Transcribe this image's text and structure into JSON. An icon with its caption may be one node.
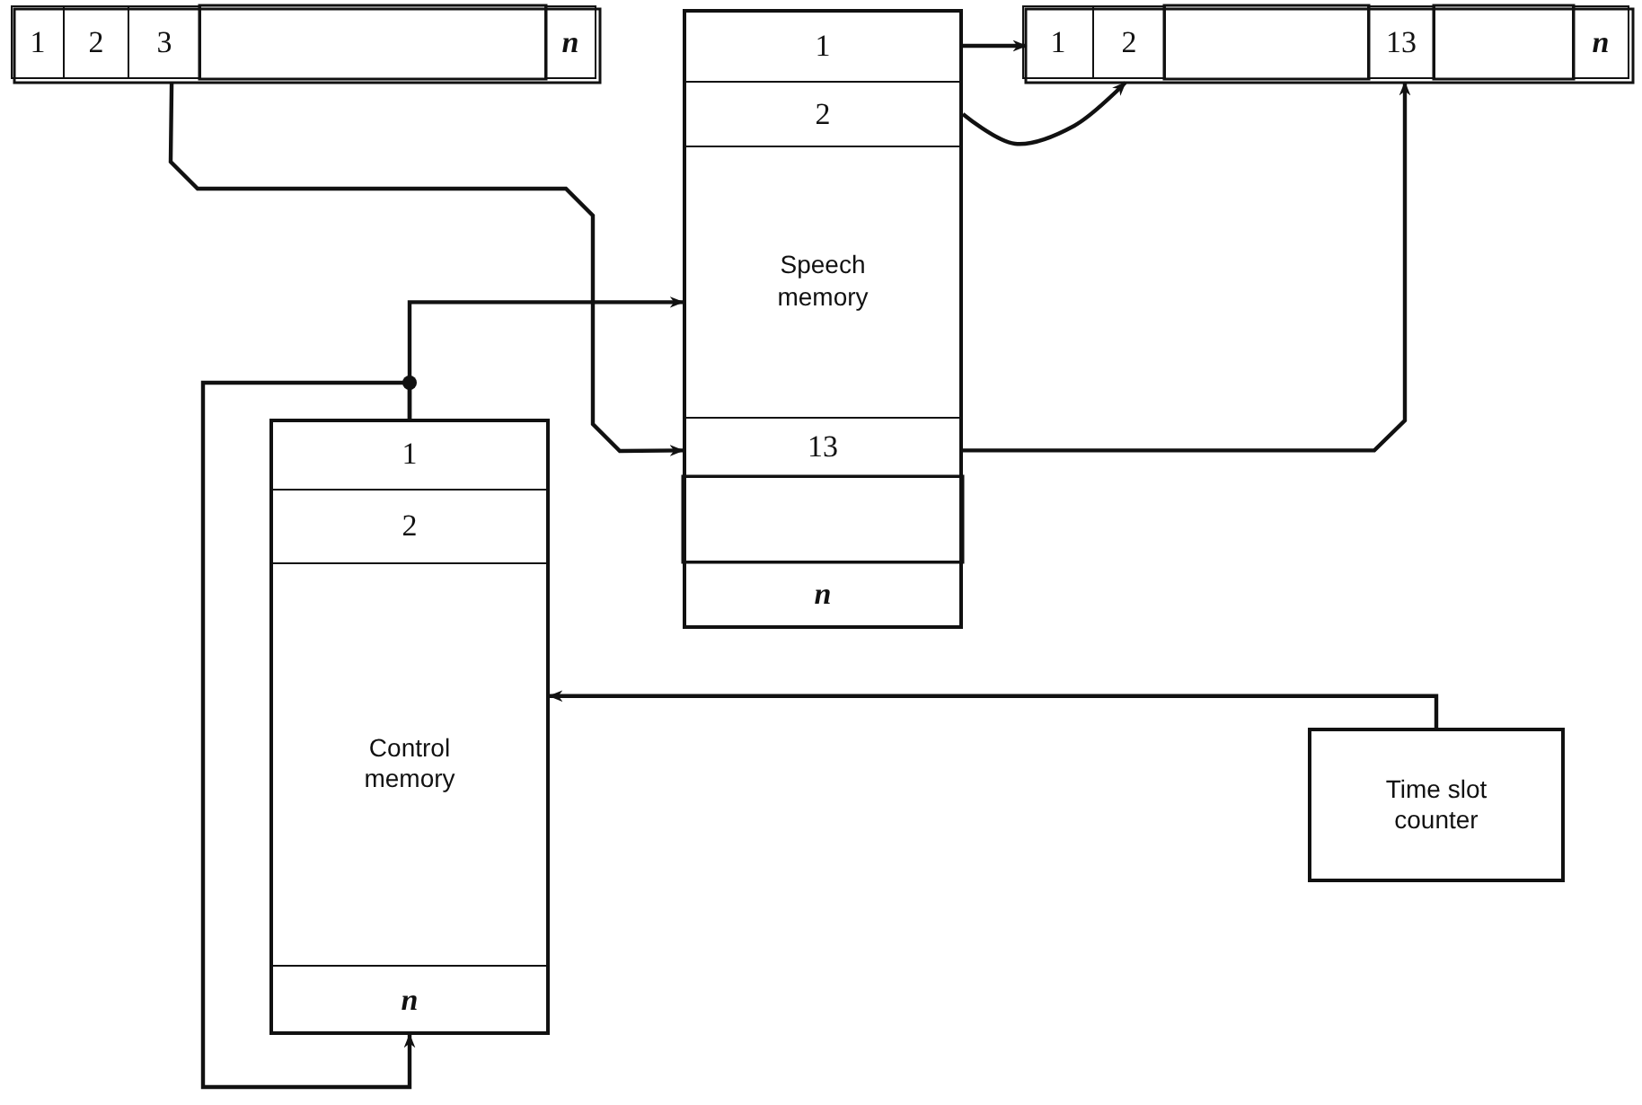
{
  "diagram": {
    "nodes": [
      {
        "text": [],
        "shape": "box"
      },
      {
        "text": [
          "1"
        ],
        "in": 0
      },
      {
        "text": [
          "2"
        ],
        "in": 0
      },
      {
        "text": [
          "3"
        ],
        "in": 0
      },
      {
        "text": [],
        "shape": "box",
        "in": 0
      },
      {
        "text": [
          "n"
        ],
        "in": 0
      },
      {
        "text": [
          "Speech memory"
        ]
      },
      {
        "text": [
          "1"
        ],
        "in": 6
      },
      {
        "text": [
          "2"
        ],
        "in": 6
      },
      {
        "text": [
          "13"
        ],
        "in": 6
      },
      {
        "text": [],
        "shape": "box",
        "in": 6
      },
      {
        "text": [
          "n"
        ],
        "in": 6
      },
      {
        "text": [],
        "shape": "box"
      },
      {
        "text": [
          "1"
        ],
        "in": 12
      },
      {
        "text": [
          "2"
        ],
        "in": 12
      },
      {
        "text": [],
        "shape": "box",
        "in": 12
      },
      {
        "text": [
          "13"
        ],
        "in": 12
      },
      {
        "text": [],
        "shape": "box",
        "in": 12
      },
      {
        "text": [
          "n"
        ],
        "in": 12
      },
      {
        "text": [
          "Control memory"
        ]
      },
      {
        "text": [
          "1"
        ],
        "in": 19
      },
      {
        "text": [
          "2"
        ],
        "in": 19
      },
      {
        "text": [
          "n"
        ],
        "in": 19
      },
      {
        "text": [
          "Time slot counter"
        ]
      }
    ],
    "edges": [
      {
        "from": 3,
        "to": 9,
        "arrow": "to"
      },
      {
        "from": 7,
        "to": 13,
        "arrow": "to"
      },
      {
        "from": 8,
        "to": 14,
        "arrow": "to"
      },
      {
        "from": 9,
        "to": 16,
        "arrow": "to"
      },
      {
        "from": 20,
        "to": 6,
        "arrow": "to"
      },
      {
        "from": 20,
        "to": 22,
        "arrow": "to"
      },
      {
        "from": 23,
        "to": 19,
        "arrow": "to"
      }
    ]
  }
}
